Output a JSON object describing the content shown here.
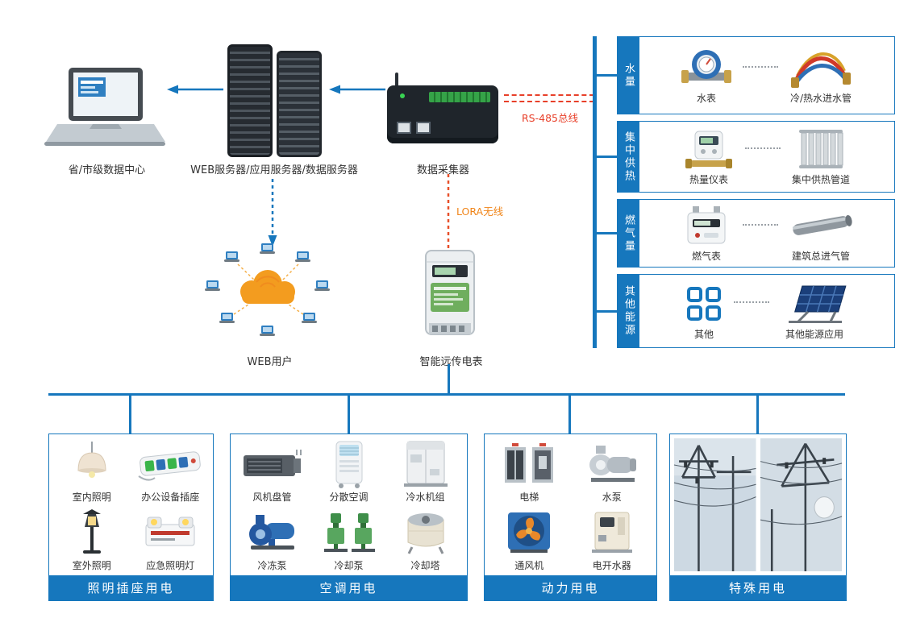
{
  "header_flow": {
    "datacenter_label": "省/市级数据中心",
    "server_label": "WEB服务器/应用服务器/数据服务器",
    "collector_label": "数据采集器",
    "rs485_label": "RS-485总线",
    "lora_label": "LORA无线",
    "web_users_label": "WEB用户",
    "smart_meter_label": "智能远传电表"
  },
  "flow_icons": {
    "datacenter": "laptop-icon",
    "server": "server-rack-icon",
    "collector": "data-collector-icon",
    "web_users": "cloud-users-icon",
    "smart_meter": "smart-meter-icon"
  },
  "right_panel": {
    "rows": [
      {
        "category": "水量",
        "items": [
          {
            "icon": "water-meter-icon",
            "label": "水表"
          },
          {
            "icon": "water-hoses-icon",
            "label": "冷/热水进水管"
          }
        ]
      },
      {
        "category": "集中供热",
        "items": [
          {
            "icon": "heat-meter-icon",
            "label": "热量仪表"
          },
          {
            "icon": "radiator-icon",
            "label": "集中供热管道"
          }
        ]
      },
      {
        "category": "燃气量",
        "items": [
          {
            "icon": "gas-meter-icon",
            "label": "燃气表"
          },
          {
            "icon": "gas-pipe-icon",
            "label": "建筑总进气管"
          }
        ]
      },
      {
        "category": "其他能源",
        "items": [
          {
            "icon": "grid-squares-icon",
            "label": "其他"
          },
          {
            "icon": "solar-panel-icon",
            "label": "其他能源应用"
          }
        ]
      }
    ]
  },
  "bottom_panels": [
    {
      "title": "照明插座用电",
      "items": [
        {
          "icon": "pendant-lamp-icon",
          "label": "室内照明"
        },
        {
          "icon": "power-strip-icon",
          "label": "办公设备插座"
        },
        {
          "icon": "garden-lamp-icon",
          "label": "室外照明"
        },
        {
          "icon": "emergency-light-icon",
          "label": "应急照明灯"
        }
      ]
    },
    {
      "title": "空调用电",
      "items": [
        {
          "icon": "fan-coil-icon",
          "label": "风机盘管"
        },
        {
          "icon": "portable-ac-icon",
          "label": "分散空调"
        },
        {
          "icon": "chiller-icon",
          "label": "冷水机组"
        },
        {
          "icon": "chilled-pump-icon",
          "label": "冷冻泵"
        },
        {
          "icon": "cooling-pump-icon",
          "label": "冷却泵"
        },
        {
          "icon": "cooling-tower-icon",
          "label": "冷却塔"
        }
      ]
    },
    {
      "title": "动力用电",
      "items": [
        {
          "icon": "elevator-icon",
          "label": "电梯"
        },
        {
          "icon": "water-pump-icon",
          "label": "水泵"
        },
        {
          "icon": "ventilator-icon",
          "label": "通风机"
        },
        {
          "icon": "water-boiler-icon",
          "label": "电开水器"
        }
      ]
    },
    {
      "title": "特殊用电",
      "items": [
        {
          "icon": "power-lines-photo-1",
          "label": ""
        },
        {
          "icon": "power-lines-photo-2",
          "label": ""
        }
      ]
    }
  ],
  "colors": {
    "primary_blue": "#1677bd",
    "rs485_red": "#e8402a",
    "lora_orange": "#f08519",
    "cloud_orange": "#f39c1f",
    "text_dark": "#333333"
  }
}
